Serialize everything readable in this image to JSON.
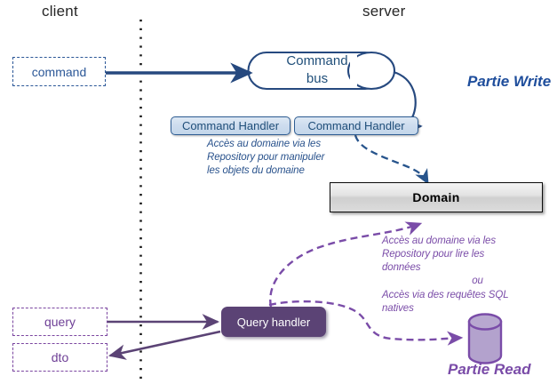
{
  "diagram": {
    "title_zones": {
      "client": "client",
      "server": "server"
    },
    "client_boxes": [
      {
        "name": "command",
        "label": "command"
      },
      {
        "name": "query",
        "label": "query"
      },
      {
        "name": "dto",
        "label": "dto"
      }
    ],
    "command_bus": {
      "line1": "Command",
      "line2": "bus"
    },
    "command_handlers": [
      {
        "label": "Command Handler"
      },
      {
        "label": "Command Handler"
      }
    ],
    "domain": {
      "label": "Domain"
    },
    "query_handler": {
      "label": "Query handler"
    },
    "database": {
      "label": ""
    },
    "annotations": {
      "write_note": "Accès au domaine via les\nRepository pour manipuler\nles objets du domaine",
      "read_note_top": "Accès au domaine via les\nRepository pour lire les\ndonnées",
      "read_note_or": "ou",
      "read_note_bottom": "Accès via des requêtes SQL\nnatives"
    },
    "sections": {
      "write": "Partie Write",
      "read": "Partie Read"
    },
    "colors": {
      "write_blue": "#1f4e9c",
      "arrow_blue": "#26497f",
      "read_purple": "#7a4ca8",
      "query_handler_fill": "#5b4375",
      "db_fill": "#b3a2cd",
      "domain_border": "#0b0b0b",
      "divider": "#1a1a1a"
    }
  }
}
